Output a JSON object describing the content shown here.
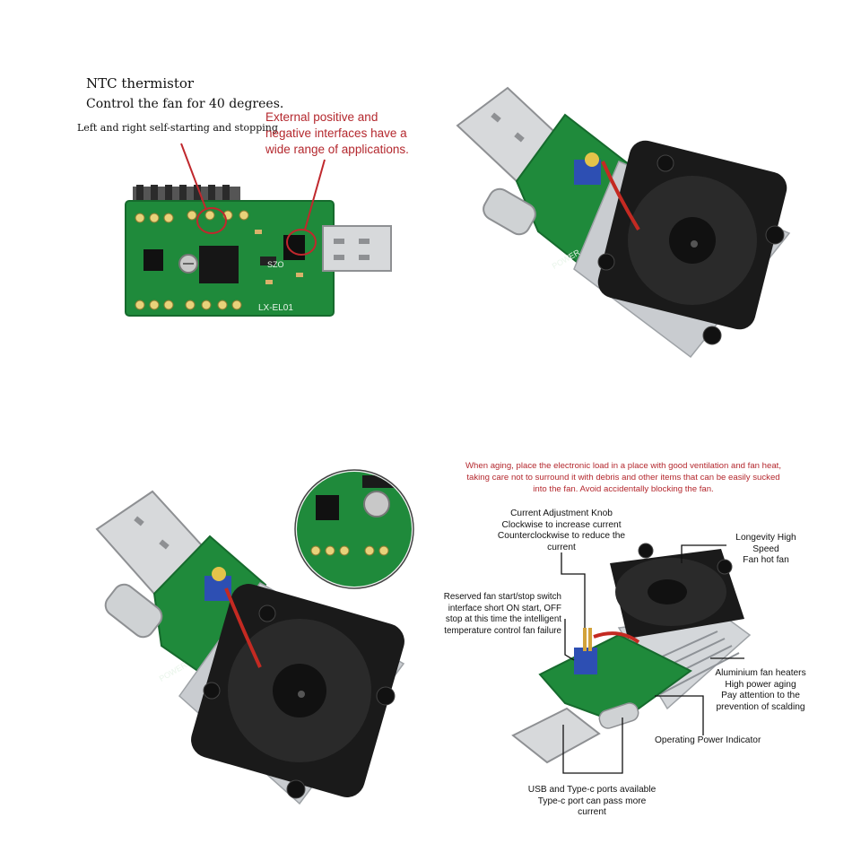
{
  "colors": {
    "pcb": "#1f8a3b",
    "pcb_dark": "#166a2d",
    "fan": "#1a1a1a",
    "heatsink": "#c9ccd0",
    "usb_metal": "#d7d9db",
    "annotation_red": "#c0282d",
    "text_red": "#b4282e"
  },
  "panel_top_left": {
    "title": "NTC thermistor",
    "subtitle": "Control the fan for 40 degrees.",
    "note": "Left and right self-starting and stopping",
    "callout": "External positive and\nnegative interfaces have a\nwide range of applications.",
    "board_label": "LX-EL01",
    "chip_label": "SZO"
  },
  "panel_top_right": {
    "silkscreen": "POWER"
  },
  "panel_bottom_left": {
    "silkscreen": "POWER"
  },
  "panel_bottom_right": {
    "warning": "When aging, place the electronic load in a place with good ventilation and fan heat,\ntaking care not to surround it with debris and other items that can be easily sucked\ninto the fan. Avoid accidentally blocking the fan.",
    "knob": "Current Adjustment Knob\nClockwise to increase current\nCounterclockwise to reduce the\ncurrent",
    "fan_switch": "Reserved fan start/stop switch\ninterface short ON start, OFF\nstop at this time the intelligent\ntemperature control fan failure",
    "fan": "Longevity High\nSpeed\nFan hot fan",
    "heatsink": "Aluminium fan heaters\nHigh power aging\nPay attention to the\nprevention of scalding",
    "power_indicator": "Operating Power Indicator",
    "ports": "USB and Type-c ports available\nType-c port can pass more\ncurrent"
  }
}
